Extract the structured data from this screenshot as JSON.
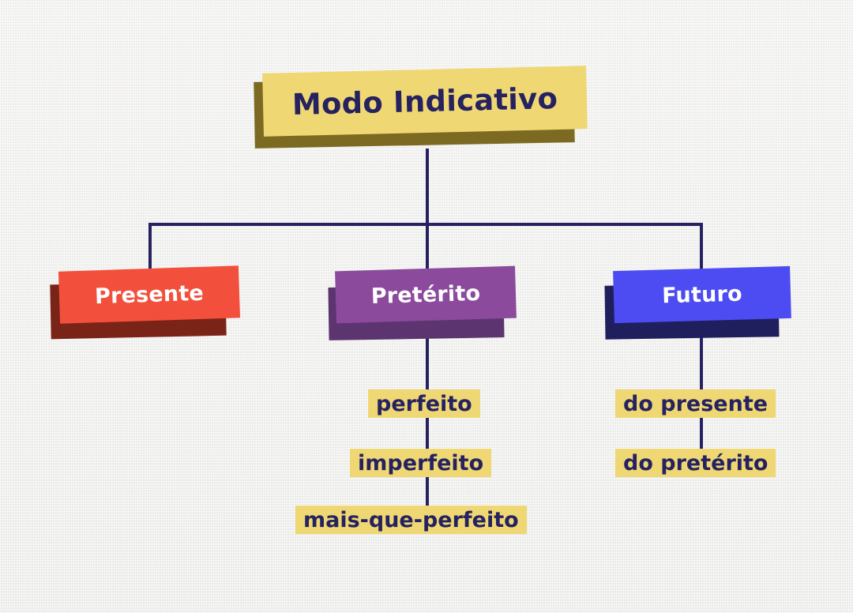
{
  "diagram": {
    "title": "Modo Indicativo",
    "type": "tree",
    "background_color": "#f1f0ee",
    "text_color_dark": "#262261",
    "text_color_light": "#ffffff",
    "edge_color": "#262261",
    "root": {
      "label": "Modo Indicativo",
      "fill": "#efd873",
      "shadow": "#7c6a22",
      "text_color": "#262261"
    },
    "branches": [
      {
        "label": "Presente",
        "fill": "#f2503c",
        "shadow": "#7a2418",
        "text_color": "#ffffff",
        "children": []
      },
      {
        "label": "Pretérito",
        "fill": "#8b4a9c",
        "shadow": "#5c3470",
        "text_color": "#ffffff",
        "children": [
          {
            "label": "perfeito",
            "fill": "#efd873"
          },
          {
            "label": "imperfeito",
            "fill": "#efd873"
          },
          {
            "label": "mais-que-perfeito",
            "fill": "#efd873"
          }
        ]
      },
      {
        "label": "Futuro",
        "fill": "#4c4cf2",
        "shadow": "#1f1f5e",
        "text_color": "#ffffff",
        "children": [
          {
            "label": "do presente",
            "fill": "#efd873"
          },
          {
            "label": "do pretérito",
            "fill": "#efd873"
          }
        ]
      }
    ]
  }
}
